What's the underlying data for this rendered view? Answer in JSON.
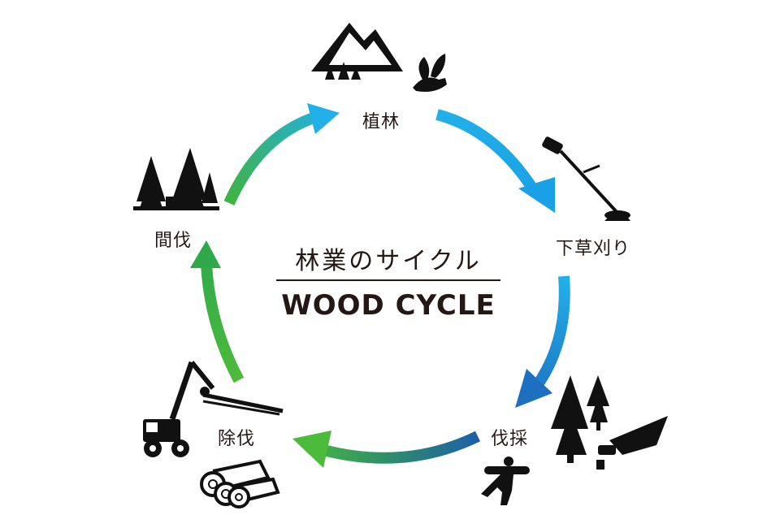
{
  "center": {
    "title_jp": "林業のサイクル",
    "title_en": "WOOD CYCLE"
  },
  "stages": [
    {
      "key": "planting",
      "label": "植林",
      "icon": "mountains-sprout-icon"
    },
    {
      "key": "weeding",
      "label": "下草刈り",
      "icon": "brush-cutter-icon"
    },
    {
      "key": "logging",
      "label": "伐採",
      "icon": "lumberjack-chainsaw-trees-icon"
    },
    {
      "key": "removal",
      "label": "除伐",
      "icon": "forestry-machine-logs-icon"
    },
    {
      "key": "thinning",
      "label": "間伐",
      "icon": "conifer-trees-icon"
    }
  ],
  "colors": {
    "green": "#3fb342",
    "cyan": "#22b0e8",
    "blue": "#1d6fc0",
    "text": "#231815",
    "icon": "#111111"
  }
}
